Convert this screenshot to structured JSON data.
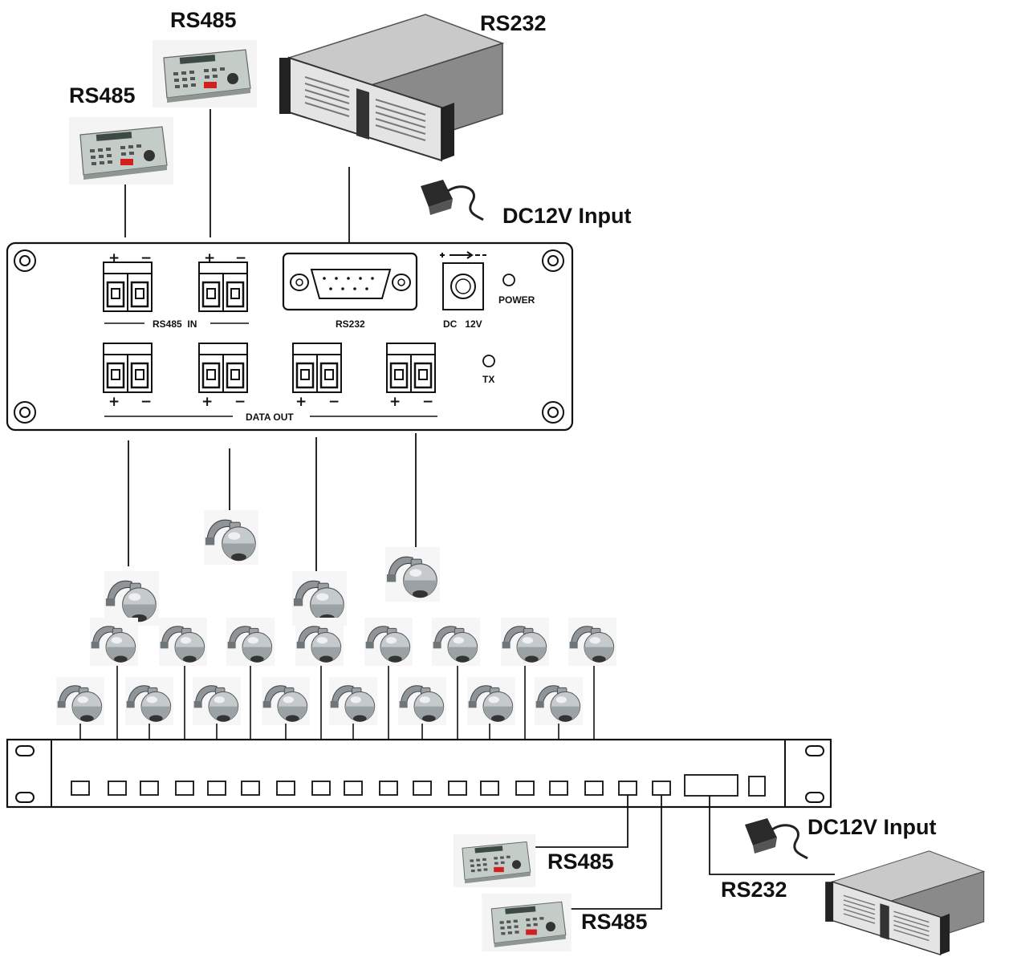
{
  "labels": {
    "top_keyboard_1": "RS485",
    "top_keyboard_2": "RS485",
    "top_pc": "RS232",
    "top_dc": "DC12V Input",
    "bottom_dc": "DC12V Input",
    "bottom_keyboard_1": "RS485",
    "bottom_keyboard_2": "RS485",
    "bottom_pc": "RS232"
  },
  "panel": {
    "rs485_in": "RS485  IN",
    "rs232": "RS232",
    "dc": "DC   12V",
    "power": "POWER",
    "tx": "TX",
    "data_out": "DATA OUT",
    "plus": "+",
    "minus": "−"
  },
  "icons": {
    "keyboard": "ptz-keyboard-controller-icon",
    "pc": "rack-pc-icon",
    "adapter": "power-adapter-icon",
    "camera": "speed-dome-camera-icon"
  },
  "colors": {
    "line": "#111111",
    "device_gray": "#b9c2be",
    "pc_silver": "#d8d8d8",
    "camera_gray": "#9aa0a4"
  }
}
